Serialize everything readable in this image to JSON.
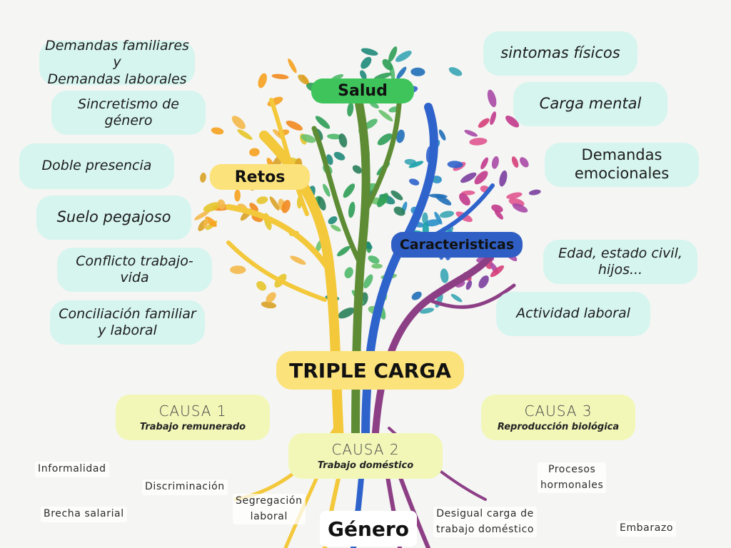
{
  "left_bubbles": [
    "Demandas familiares y\nDemandas laborales",
    "Sincretismo de género",
    "Doble presencia",
    "Suelo pegajoso",
    "Conflicto trabajo-vida",
    "Conciliación familiar\ny laboral"
  ],
  "right_bubbles": [
    "sintomas físicos",
    "Carga mental",
    "Demandas\nemocionales",
    "Edad, estado civil,\nhijos...",
    "Actividad laboral"
  ],
  "branches": {
    "salud": "Salud",
    "retos": "Retos",
    "caracteristicas": "Caracteristicas"
  },
  "title": "TRIPLE CARGA",
  "causas": [
    {
      "title": "CAUSA 1",
      "subtitle": "Trabajo remunerado"
    },
    {
      "title": "CAUSA 2",
      "subtitle": "Trabajo doméstico"
    },
    {
      "title": "CAUSA 3",
      "subtitle": "Reproducción biológica"
    }
  ],
  "roots": [
    "Informalidad",
    "Discriminación",
    "Segregación\nlaboral",
    "Brecha salarial",
    "Procesos\nhormonales",
    "Desigual carga de\ntrabajo doméstico",
    "Embarazo"
  ],
  "base": "Género",
  "colors": {
    "bubble": "#d6f5ef",
    "causa": "#f2f7b8",
    "salud": "#3ec45b",
    "retos": "#fbe27a",
    "caracteristicas": "#2f5fc4",
    "title_box": "#fbe27a"
  }
}
